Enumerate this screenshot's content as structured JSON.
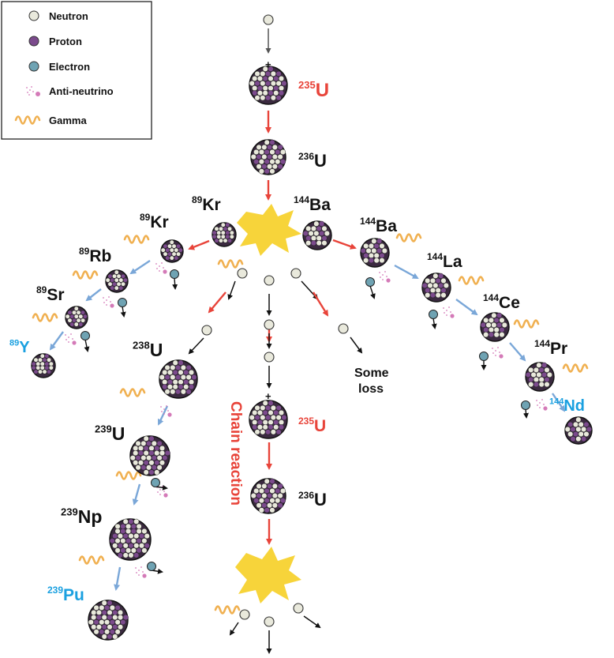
{
  "legend": {
    "items": [
      {
        "key": "neutron",
        "label": "Neutron",
        "icon": "neutron-icon"
      },
      {
        "key": "proton",
        "label": "Proton",
        "icon": "proton-icon"
      },
      {
        "key": "electron",
        "label": "Electron",
        "icon": "electron-icon"
      },
      {
        "key": "antineutrino",
        "label": "Anti-neutrino",
        "icon": "anti-neutrino-icon"
      },
      {
        "key": "gamma",
        "label": "Gamma",
        "icon": "gamma-wave-icon"
      }
    ]
  },
  "colors": {
    "neutron": "#e9e9dc",
    "proton": "#7b4a8c",
    "electron": "#6fa3b3",
    "antineutrino": "#d47ab8",
    "gamma": "#f0b050",
    "fission_burst": "#f7d43a",
    "arrow_red": "#e8443a",
    "arrow_blue": "#7aa7d8",
    "arrow_black": "#111111",
    "label_red": "#e8443a",
    "label_blue": "#1aa0e0"
  },
  "isotopes": [
    {
      "id": "u235-top",
      "mass": "235",
      "symbol": "U",
      "color": "red"
    },
    {
      "id": "u236-top",
      "mass": "236",
      "symbol": "U",
      "color": "black"
    },
    {
      "id": "kr89-a",
      "mass": "89",
      "symbol": "Kr",
      "color": "black"
    },
    {
      "id": "ba144-a",
      "mass": "144",
      "symbol": "Ba",
      "color": "black"
    },
    {
      "id": "kr89-b",
      "mass": "89",
      "symbol": "Kr",
      "color": "black"
    },
    {
      "id": "ba144-b",
      "mass": "144",
      "symbol": "Ba",
      "color": "black"
    },
    {
      "id": "rb89",
      "mass": "89",
      "symbol": "Rb",
      "color": "black"
    },
    {
      "id": "la144",
      "mass": "144",
      "symbol": "La",
      "color": "black"
    },
    {
      "id": "sr89",
      "mass": "89",
      "symbol": "Sr",
      "color": "black"
    },
    {
      "id": "ce144",
      "mass": "144",
      "symbol": "Ce",
      "color": "black"
    },
    {
      "id": "y89",
      "mass": "89",
      "symbol": "Y",
      "color": "blue"
    },
    {
      "id": "pr144",
      "mass": "144",
      "symbol": "Pr",
      "color": "black"
    },
    {
      "id": "nd144",
      "mass": "144",
      "symbol": "Nd",
      "color": "blue"
    },
    {
      "id": "u238",
      "mass": "238",
      "symbol": "U",
      "color": "black"
    },
    {
      "id": "u239",
      "mass": "239",
      "symbol": "U",
      "color": "black"
    },
    {
      "id": "np239",
      "mass": "239",
      "symbol": "Np",
      "color": "black"
    },
    {
      "id": "pu239",
      "mass": "239",
      "symbol": "Pu",
      "color": "blue"
    },
    {
      "id": "u235-mid",
      "mass": "235",
      "symbol": "U",
      "color": "red"
    },
    {
      "id": "u236-mid",
      "mass": "236",
      "symbol": "U",
      "color": "black"
    }
  ],
  "plus_sign": "+",
  "chain_reaction_label": "Chain reaction",
  "some_loss_label": [
    "Some",
    "loss"
  ]
}
